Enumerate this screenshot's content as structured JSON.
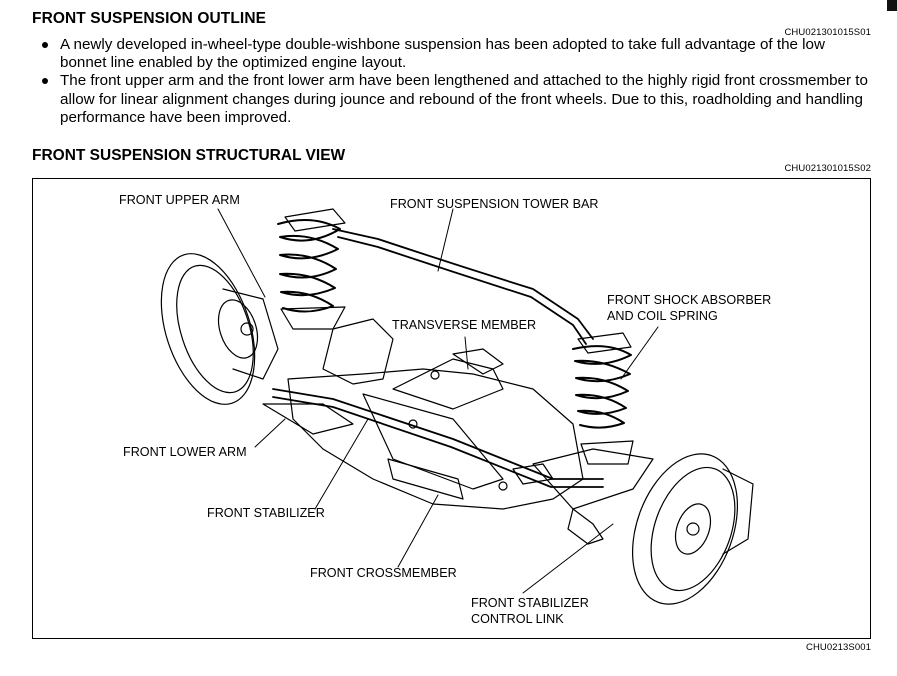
{
  "outline": {
    "title": "FRONT SUSPENSION OUTLINE",
    "code": "CHU021301015S01",
    "bullets": [
      "A newly developed in-wheel-type double-wishbone suspension has been adopted to take full advantage of the low bonnet line enabled by the optimized engine layout.",
      "The front upper arm and the front lower arm have been lengthened and attached to the highly rigid front crossmember to allow for linear alignment changes during jounce and rebound of the front wheels. Due to this, roadholding and handling performance have been improved."
    ]
  },
  "structural_view": {
    "title": "FRONT SUSPENSION STRUCTURAL VIEW",
    "code": "CHU021301015S02",
    "figure_code": "CHU0213S001",
    "labels": {
      "front_upper_arm": "FRONT UPPER ARM",
      "front_suspension_tower_bar": "FRONT SUSPENSION TOWER BAR",
      "front_shock_absorber_line1": "FRONT SHOCK ABSORBER",
      "front_shock_absorber_line2": "AND COIL SPRING",
      "transverse_member": "TRANSVERSE MEMBER",
      "front_lower_arm": "FRONT LOWER ARM",
      "front_stabilizer": "FRONT STABILIZER",
      "front_crossmember": "FRONT CROSSMEMBER",
      "front_stabilizer_control_link_line1": "FRONT STABILIZER",
      "front_stabilizer_control_link_line2": "CONTROL LINK"
    }
  }
}
